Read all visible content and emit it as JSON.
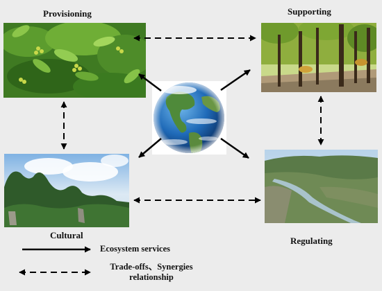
{
  "nodes": {
    "provisioning": "Provisioning",
    "supporting": "Supporting",
    "cultural": "Cultural",
    "regulating": "Regulating"
  },
  "legend": {
    "solid_label": "Ecosystem services",
    "dashed_label_line1": "Trade-offs、Synergies",
    "dashed_label_line2": "relationship"
  },
  "colors": {
    "background": "#ececec",
    "arrow": "#000000"
  },
  "images": {
    "provisioning": "green-foliage-photo",
    "supporting": "forest-trees-photo",
    "cultural": "karst-mountains-photo",
    "regulating": "river-valley-photo",
    "center": "earth-globe-photo"
  }
}
